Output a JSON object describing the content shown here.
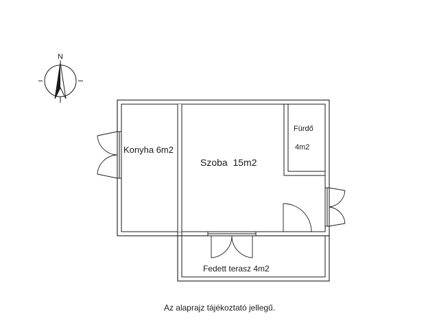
{
  "compass": {
    "north_label": "N"
  },
  "rooms": {
    "konyha": "Konyha 6m2",
    "szoba": "Szoba  15m2",
    "furdo_name": "Fürdő",
    "furdo_area": "4m2",
    "terasz": "Fedett terasz 4m2"
  },
  "caption": "Az alaprajz tájékoztató jellegű."
}
